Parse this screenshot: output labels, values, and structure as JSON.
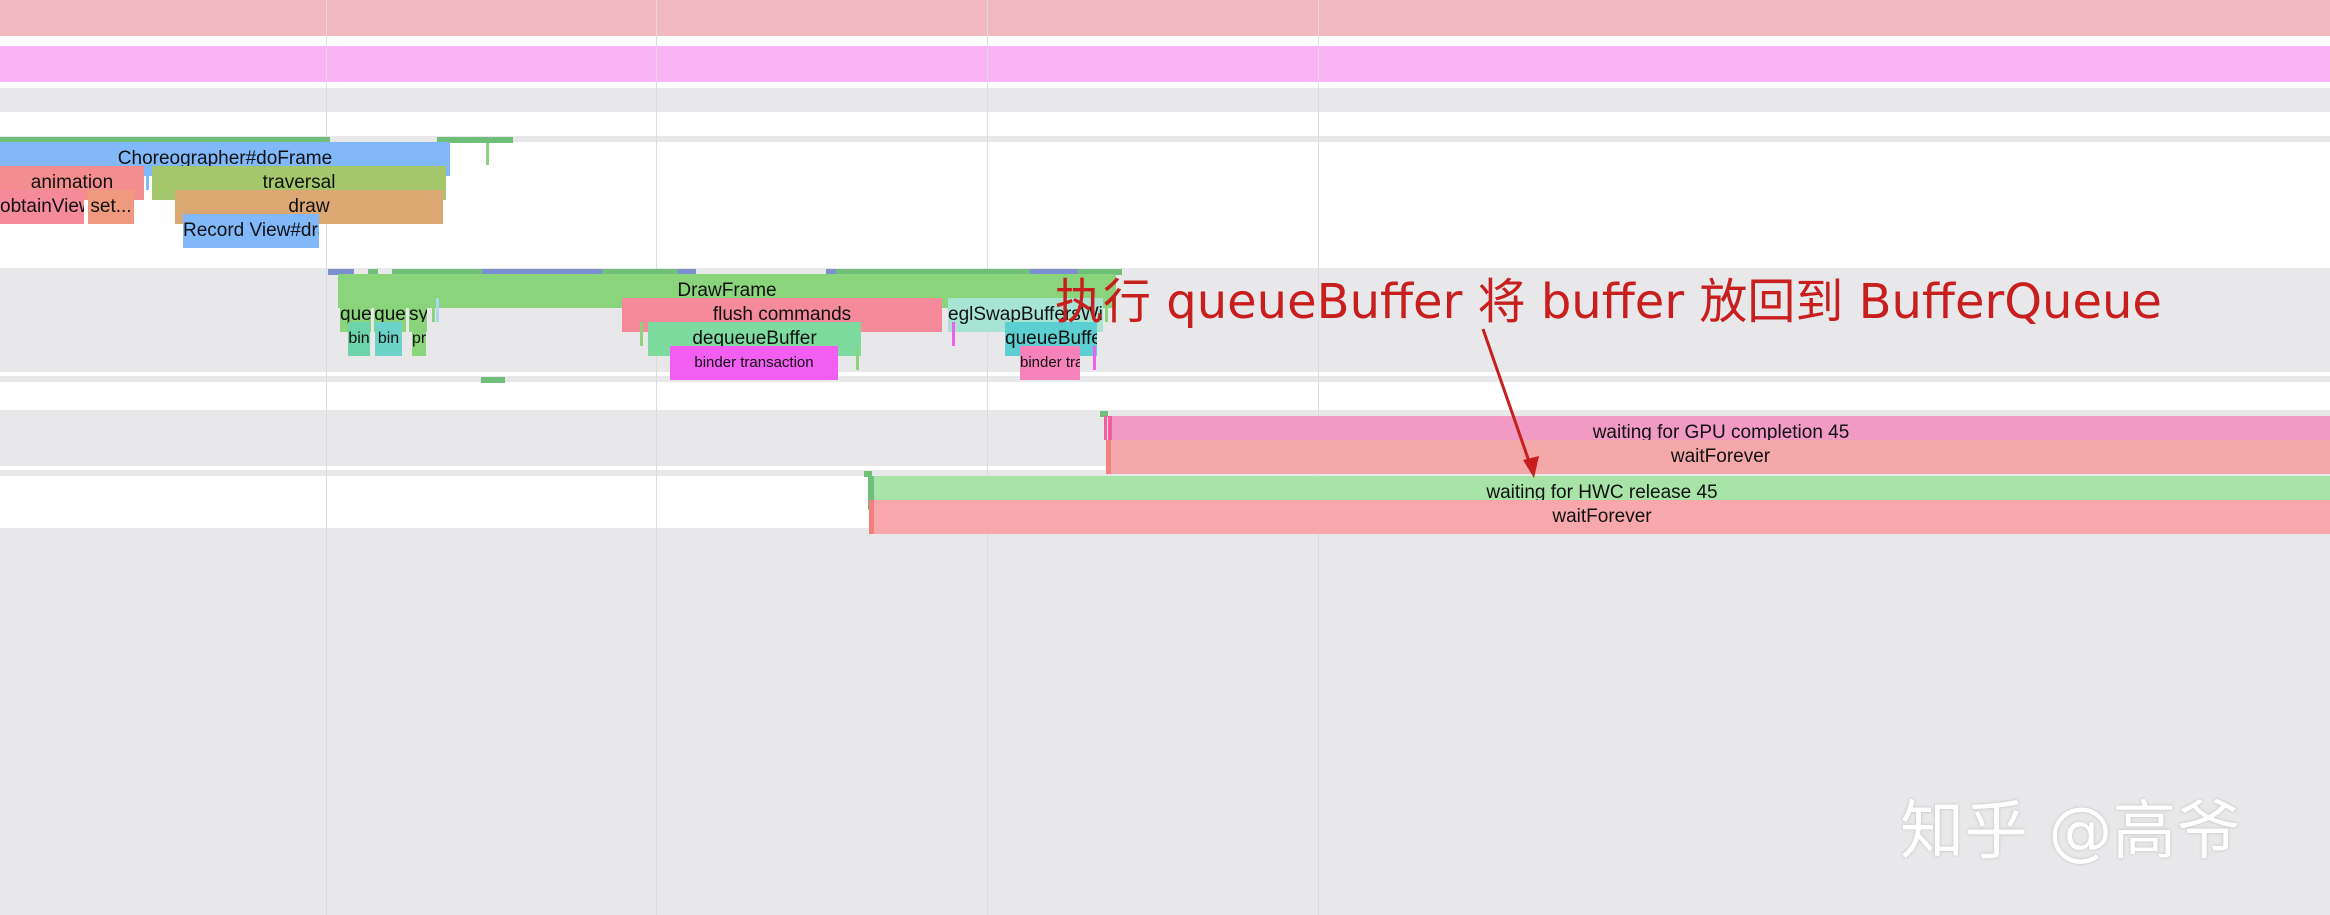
{
  "slices": {
    "choreographer": "Choreographer#doFrame",
    "animation": "animation",
    "traversal": "traversal",
    "obtain_view": "obtainView",
    "set": "set...",
    "draw": "draw",
    "record_view_draw": "Record View#draw()",
    "draw_frame": "DrawFrame",
    "que1": "que",
    "que2": "que",
    "sy": "sy",
    "bin1": "bin",
    "bin2": "bin",
    "pr": "pr",
    "flush_commands": "flush commands",
    "egl_swap": "eglSwapBuffersWit...",
    "dequeue_buffer": "dequeueBuffer",
    "queue_buffer": "queueBuffer",
    "binder_transaction": "binder transaction",
    "binder_tra": "binder tra...",
    "waiting_gpu": "waiting for GPU completion 45",
    "wait_forever_1": "waitForever",
    "waiting_hwc": "waiting for HWC release 45",
    "wait_forever_2": "waitForever"
  },
  "annotation": "执行 queueBuffer 将 buffer 放回到 BufferQueue",
  "watermark": "知乎 @高爷",
  "colors": {
    "annotation_red": "#c81e1e",
    "choreographer_blue": "#80b8fa",
    "traversal_green": "#a3c76a",
    "draw_orange": "#dba874",
    "drawframe_green": "#8ad47c",
    "flush_pink": "#f48a9a",
    "queuebuffer_cyan": "#5ccfd2",
    "binder_magenta": "#f25ef2",
    "gpu_wait_pink": "#f09ac4",
    "hwc_wait_green": "#a8e4a8"
  }
}
